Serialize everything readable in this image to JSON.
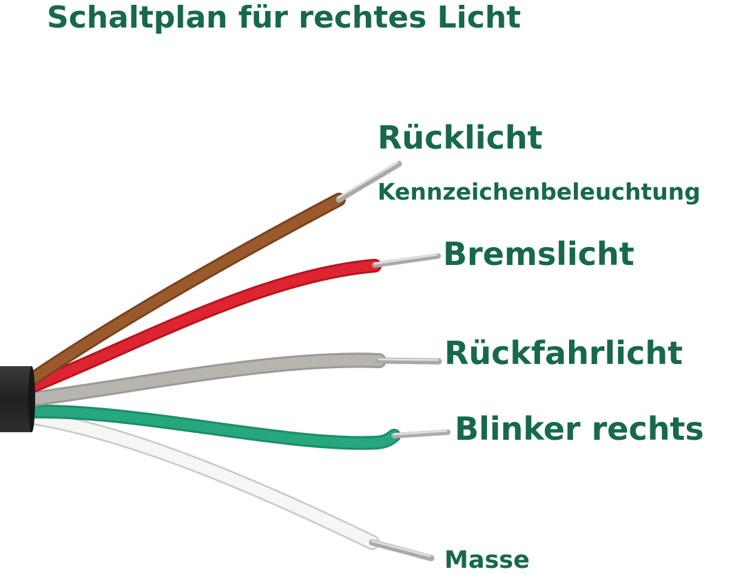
{
  "title": "Schaltplan für rechtes Licht",
  "colors": {
    "text": "#16694a",
    "sheath": "#262828",
    "brown": "#94562a",
    "red": "#d81f2c",
    "grey": "#b3b0ab",
    "green": "#23a27b",
    "white": "#f4f4f2",
    "metal": "#bcbcbc"
  },
  "wires": [
    {
      "id": "brown",
      "label_lines": [
        "Rücklicht",
        "Kennzeichenbeleuchtung"
      ]
    },
    {
      "id": "red",
      "label_lines": [
        "Bremslicht"
      ]
    },
    {
      "id": "grey",
      "label_lines": [
        "Rückfahrlicht"
      ]
    },
    {
      "id": "green",
      "label_lines": [
        "Blinker rechts"
      ]
    },
    {
      "id": "white",
      "label_lines": [
        "Masse"
      ]
    }
  ]
}
